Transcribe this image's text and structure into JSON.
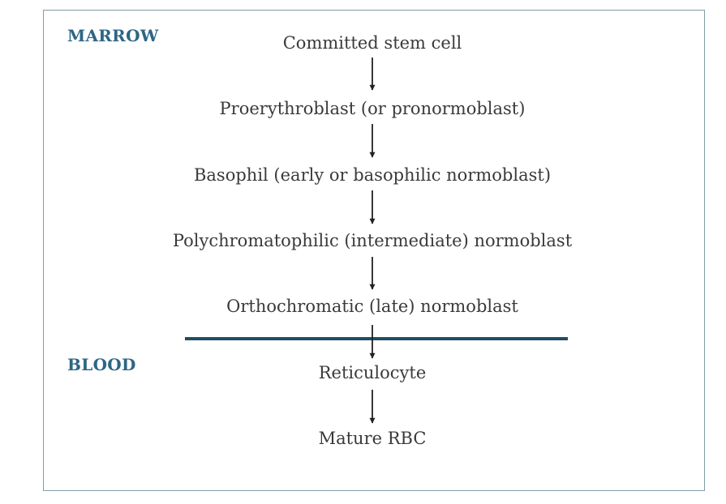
{
  "regions": {
    "top": "MARROW",
    "bottom": "BLOOD"
  },
  "stages": [
    "Committed stem cell",
    "Proerythroblast (or pronormoblast)",
    "Basophil (early or basophilic normoblast)",
    "Polychromatophilic (intermediate) normoblast",
    "Orthochromatic (late) normoblast",
    "Reticulocyte",
    "Mature RBC"
  ],
  "colors": {
    "region_label": "#2d6684",
    "divider": "#1d4e63",
    "frame": "#7f9ea6",
    "text": "#3a3a3a",
    "arrow": "#222222"
  }
}
